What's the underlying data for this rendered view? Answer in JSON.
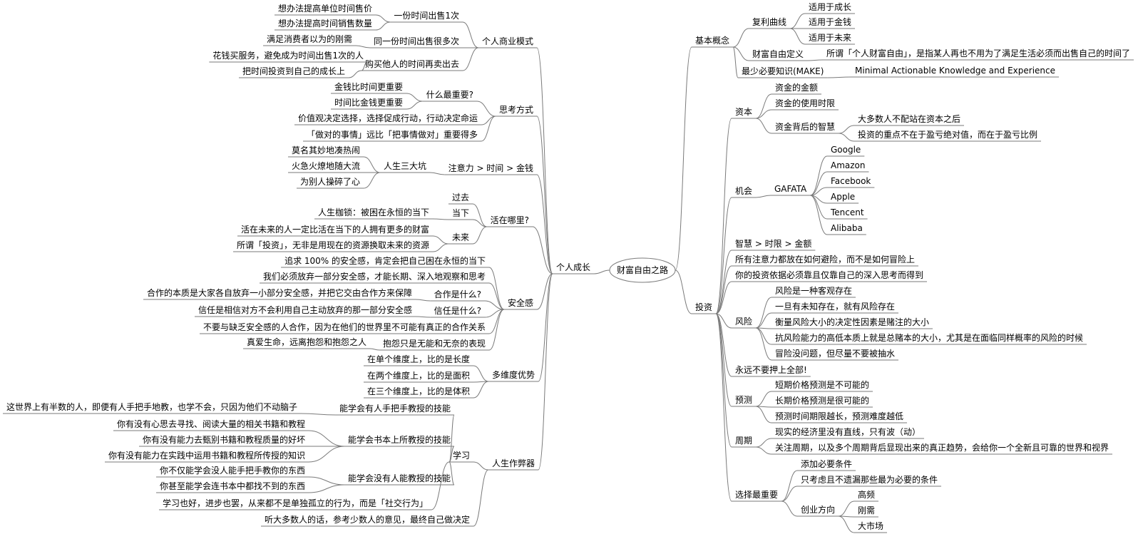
{
  "root": "财富自由之路",
  "nodes": [
    {
      "id": "L",
      "text": "个人成长",
      "parent": "root",
      "side": "left"
    },
    {
      "id": "L1",
      "text": "个人商业模式",
      "parent": "L"
    },
    {
      "id": "L1a",
      "text": "一份时间出售1次",
      "parent": "L1"
    },
    {
      "id": "L1a1",
      "text": "想办法提高单位时间售价",
      "parent": "L1a"
    },
    {
      "id": "L1a2",
      "text": "想办法提高时间销售数量",
      "parent": "L1a"
    },
    {
      "id": "L1b",
      "text": "同一份时间出售很多次",
      "parent": "L1"
    },
    {
      "id": "L1b1",
      "text": "满足消费者以为的刚需",
      "parent": "L1b"
    },
    {
      "id": "L1c",
      "text": "购买他人的时间再卖出去",
      "parent": "L1"
    },
    {
      "id": "L1c1",
      "text": "花钱买服务，避免成为时间出售1次的人",
      "parent": "L1c"
    },
    {
      "id": "L1c2",
      "text": "把时间投资到自己的成长上",
      "parent": "L1c"
    },
    {
      "id": "L2",
      "text": "思考方式",
      "parent": "L"
    },
    {
      "id": "L2a",
      "text": "什么最重要?",
      "parent": "L2"
    },
    {
      "id": "L2a1",
      "text": "金钱比时间更重要",
      "parent": "L2a"
    },
    {
      "id": "L2a2",
      "text": "时间比金钱更重要",
      "parent": "L2a"
    },
    {
      "id": "L2b",
      "text": "价值观决定选择，选择促成行动，行动决定命运",
      "parent": "L2"
    },
    {
      "id": "L2c",
      "text": "「做对的事情」远比「把事情做对」重要得多",
      "parent": "L2"
    },
    {
      "id": "L3",
      "text": "注意力 > 时间 > 金钱",
      "parent": "L"
    },
    {
      "id": "L3a",
      "text": "人生三大坑",
      "parent": "L3"
    },
    {
      "id": "L3a1",
      "text": "莫名其妙地凑热闹",
      "parent": "L3a"
    },
    {
      "id": "L3a2",
      "text": "火急火燎地随大流",
      "parent": "L3a"
    },
    {
      "id": "L3a3",
      "text": "为别人操碎了心",
      "parent": "L3a"
    },
    {
      "id": "L4",
      "text": "活在哪里?",
      "parent": "L"
    },
    {
      "id": "L4a",
      "text": "过去",
      "parent": "L4"
    },
    {
      "id": "L4b",
      "text": "当下",
      "parent": "L4"
    },
    {
      "id": "L4b1",
      "text": "人生枷锁：被困在永恒的当下",
      "parent": "L4b"
    },
    {
      "id": "L4c",
      "text": "未来",
      "parent": "L4"
    },
    {
      "id": "L4c1",
      "text": "活在未来的人一定比活在当下的人拥有更多的财富",
      "parent": "L4c"
    },
    {
      "id": "L4c2",
      "text": "所谓「投资」，无非是用现在的资源换取未来的资源",
      "parent": "L4c"
    },
    {
      "id": "L5",
      "text": "安全感",
      "parent": "L"
    },
    {
      "id": "L5a",
      "text": "追求 100% 的安全感，肯定会把自己困在永恒的当下",
      "parent": "L5"
    },
    {
      "id": "L5b",
      "text": "我们必须放弃一部分安全感，才能长期、深入地观察和思考",
      "parent": "L5"
    },
    {
      "id": "L5c",
      "text": "合作是什么?",
      "parent": "L5"
    },
    {
      "id": "L5c1",
      "text": "合作的本质是大家各自放弃一小部分安全感，并把它交由合作方来保障",
      "parent": "L5c"
    },
    {
      "id": "L5d",
      "text": "信任是什么?",
      "parent": "L5"
    },
    {
      "id": "L5d1",
      "text": "信任是相信对方不会利用自己主动放弃的那一部分安全感",
      "parent": "L5d"
    },
    {
      "id": "L5e",
      "text": "不要与缺乏安全感的人合作，因为在他们的世界里不可能有真正的合作关系",
      "parent": "L5"
    },
    {
      "id": "L5f",
      "text": "抱怨只是无能和无奈的表现",
      "parent": "L5"
    },
    {
      "id": "L5f1",
      "text": "真爱生命，远离抱怨和抱怨之人",
      "parent": "L5f"
    },
    {
      "id": "L6",
      "text": "多维度优势",
      "parent": "L"
    },
    {
      "id": "L6a",
      "text": "在单个维度上，比的是长度",
      "parent": "L6"
    },
    {
      "id": "L6b",
      "text": "在两个维度上，比的是面积",
      "parent": "L6"
    },
    {
      "id": "L6c",
      "text": "在三个维度上，比的是体积",
      "parent": "L6"
    },
    {
      "id": "L7",
      "text": "人生作弊器",
      "parent": "L"
    },
    {
      "id": "L7a",
      "text": "学习",
      "parent": "L7"
    },
    {
      "id": "L7a1",
      "text": "能学会有人手把手教授的技能",
      "parent": "L7a"
    },
    {
      "id": "L7a11",
      "text": "这世界上有半数的人，即便有人手把手地教，也学不会，只因为他们不动脑子",
      "parent": "L7a1"
    },
    {
      "id": "L7a2",
      "text": "能学会书本上所教授的技能",
      "parent": "L7a"
    },
    {
      "id": "L7a21",
      "text": "你有没有心思去寻找、阅读大量的相关书籍和教程",
      "parent": "L7a2"
    },
    {
      "id": "L7a22",
      "text": "你有没有能力去甄别书籍和教程质量的好坏",
      "parent": "L7a2"
    },
    {
      "id": "L7a23",
      "text": "你有没有能力在实践中运用书籍和教程所传授的知识",
      "parent": "L7a2"
    },
    {
      "id": "L7a3",
      "text": "能学会没有人能教授的技能",
      "parent": "L7a"
    },
    {
      "id": "L7a31",
      "text": "你不仅能学会没人能手把手教你的东西",
      "parent": "L7a3"
    },
    {
      "id": "L7a32",
      "text": "你甚至能学会连书本中都找不到的东西",
      "parent": "L7a3"
    },
    {
      "id": "L7a4",
      "text": "学习也好，进步也罢，从来都不是单独孤立的行为，而是「社交行为」",
      "parent": "L7a"
    },
    {
      "id": "L7b",
      "text": "听大多数人的话，参考少数人的意见，最终自己做决定",
      "parent": "L7"
    },
    {
      "id": "R1",
      "text": "基本概念",
      "parent": "root",
      "side": "right"
    },
    {
      "id": "R1a",
      "text": "复利曲线",
      "parent": "R1"
    },
    {
      "id": "R1a1",
      "text": "适用于成长",
      "parent": "R1a"
    },
    {
      "id": "R1a2",
      "text": "适用于金钱",
      "parent": "R1a"
    },
    {
      "id": "R1a3",
      "text": "适用于未来",
      "parent": "R1a"
    },
    {
      "id": "R1b",
      "text": "财富自由定义",
      "parent": "R1"
    },
    {
      "id": "R1b1",
      "text": "所谓「个人财富自由」，是指某人再也不用为了满足生活必须而出售自己的时间了",
      "parent": "R1b"
    },
    {
      "id": "R1c",
      "text": "最少必要知识(MAKE)",
      "parent": "R1"
    },
    {
      "id": "R1c1",
      "text": "Minimal Actionable Knowledge and Experience",
      "parent": "R1c"
    },
    {
      "id": "R2",
      "text": "投资",
      "parent": "root",
      "side": "right"
    },
    {
      "id": "R2a",
      "text": "资本",
      "parent": "R2"
    },
    {
      "id": "R2a1",
      "text": "资金的金额",
      "parent": "R2a"
    },
    {
      "id": "R2a2",
      "text": "资金的使用时限",
      "parent": "R2a"
    },
    {
      "id": "R2a3",
      "text": "资金背后的智慧",
      "parent": "R2a"
    },
    {
      "id": "R2a31",
      "text": "大多数人不配站在资本之后",
      "parent": "R2a3"
    },
    {
      "id": "R2a32",
      "text": "投资的重点不在于盈亏绝对值，而在于盈亏比例",
      "parent": "R2a3"
    },
    {
      "id": "R2b",
      "text": "机会",
      "parent": "R2"
    },
    {
      "id": "R2b1",
      "text": "GAFATA",
      "parent": "R2b"
    },
    {
      "id": "R2b11",
      "text": "Google",
      "parent": "R2b1"
    },
    {
      "id": "R2b12",
      "text": "Amazon",
      "parent": "R2b1"
    },
    {
      "id": "R2b13",
      "text": "Facebook",
      "parent": "R2b1"
    },
    {
      "id": "R2b14",
      "text": "Apple",
      "parent": "R2b1"
    },
    {
      "id": "R2b15",
      "text": "Tencent",
      "parent": "R2b1"
    },
    {
      "id": "R2b16",
      "text": "Alibaba",
      "parent": "R2b1"
    },
    {
      "id": "R2c",
      "text": "智慧 > 时限 > 金额",
      "parent": "R2"
    },
    {
      "id": "R2d",
      "text": "所有注意力都放在如何避险，而不是如何冒险上",
      "parent": "R2"
    },
    {
      "id": "R2e",
      "text": "你的投资依据必须靠且仅靠自己的深入思考而得到",
      "parent": "R2"
    },
    {
      "id": "R2f",
      "text": "风险",
      "parent": "R2"
    },
    {
      "id": "R2f1",
      "text": "风险是一种客观存在",
      "parent": "R2f"
    },
    {
      "id": "R2f2",
      "text": "一旦有未知存在，就有风险存在",
      "parent": "R2f"
    },
    {
      "id": "R2f3",
      "text": "衡量风险大小的决定性因素是赌注的大小",
      "parent": "R2f"
    },
    {
      "id": "R2f4",
      "text": "抗风险能力的高低本质上就是总赌本的大小，尤其是在面临同样概率的风险的时候",
      "parent": "R2f"
    },
    {
      "id": "R2f5",
      "text": "冒险没问题，但尽量不要被抽水",
      "parent": "R2f"
    },
    {
      "id": "R2g",
      "text": "永远不要押上全部!",
      "parent": "R2"
    },
    {
      "id": "R2h",
      "text": "预测",
      "parent": "R2"
    },
    {
      "id": "R2h1",
      "text": "短期价格预测是不可能的",
      "parent": "R2h"
    },
    {
      "id": "R2h2",
      "text": "长期价格预测是很可能的",
      "parent": "R2h"
    },
    {
      "id": "R2h3",
      "text": "预测时间期限越长，预测难度越低",
      "parent": "R2h"
    },
    {
      "id": "R2i",
      "text": "周期",
      "parent": "R2"
    },
    {
      "id": "R2i1",
      "text": "现实的经济里没有直线，只有波（动）",
      "parent": "R2i"
    },
    {
      "id": "R2i2",
      "text": "关注周期，以及多个周期背后显现出来的真正趋势，会给你一个全新且可靠的世界和视界",
      "parent": "R2i"
    },
    {
      "id": "R2j",
      "text": "选择最重要",
      "parent": "R2"
    },
    {
      "id": "R2j1",
      "text": "添加必要条件",
      "parent": "R2j"
    },
    {
      "id": "R2j2",
      "text": "只考虑且不遗漏那些最为必要的条件",
      "parent": "R2j"
    },
    {
      "id": "R2j3",
      "text": "创业方向",
      "parent": "R2j"
    },
    {
      "id": "R2j31",
      "text": "高频",
      "parent": "R2j3"
    },
    {
      "id": "R2j32",
      "text": "刚需",
      "parent": "R2j3"
    },
    {
      "id": "R2j33",
      "text": "大市场",
      "parent": "R2j3"
    }
  ]
}
